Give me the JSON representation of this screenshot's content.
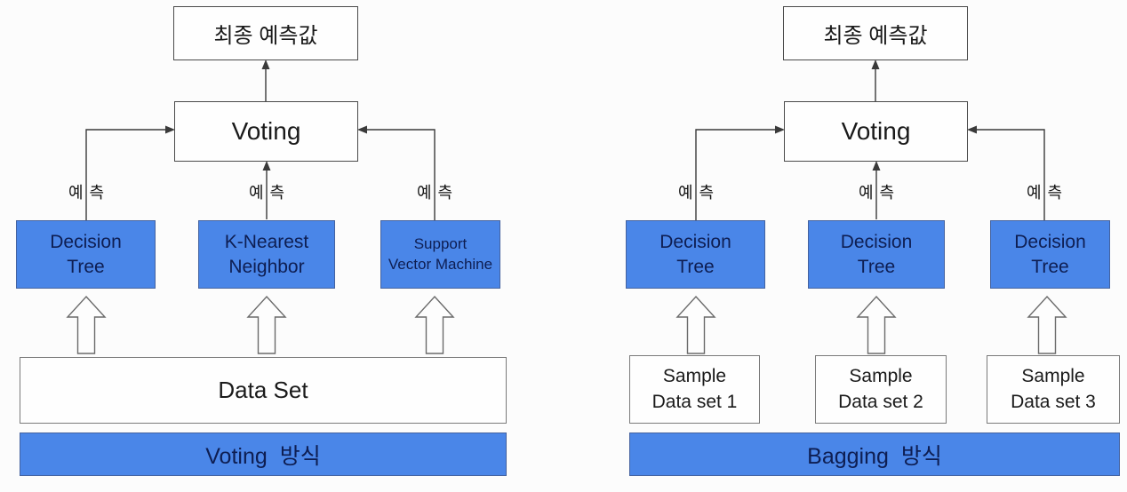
{
  "left_diagram": {
    "title_box": "최종 예측값",
    "aggregator_box": "Voting",
    "prediction_label": "예측",
    "models": [
      {
        "line1": "Decision",
        "line2": "Tree"
      },
      {
        "line1": "K-Nearest",
        "line2": "Neighbor"
      },
      {
        "line1": "Support",
        "line2": "Vector Machine"
      }
    ],
    "dataset_box": "Data Set",
    "method_bar": "Voting 방식"
  },
  "right_diagram": {
    "title_box": "최종 예측값",
    "aggregator_box": "Voting",
    "prediction_label": "예측",
    "models": [
      {
        "line1": "Decision",
        "line2": "Tree"
      },
      {
        "line1": "Decision",
        "line2": "Tree"
      },
      {
        "line1": "Decision",
        "line2": "Tree"
      }
    ],
    "sample_boxes": [
      {
        "line1": "Sample",
        "line2": "Data set 1"
      },
      {
        "line1": "Sample",
        "line2": "Data set 2"
      },
      {
        "line1": "Sample",
        "line2": "Data set 3"
      }
    ],
    "method_bar": "Bagging 방식"
  },
  "colors": {
    "model_fill": "#4a86e8",
    "model_text": "#0e1e52",
    "line": "#3a3a3a"
  }
}
